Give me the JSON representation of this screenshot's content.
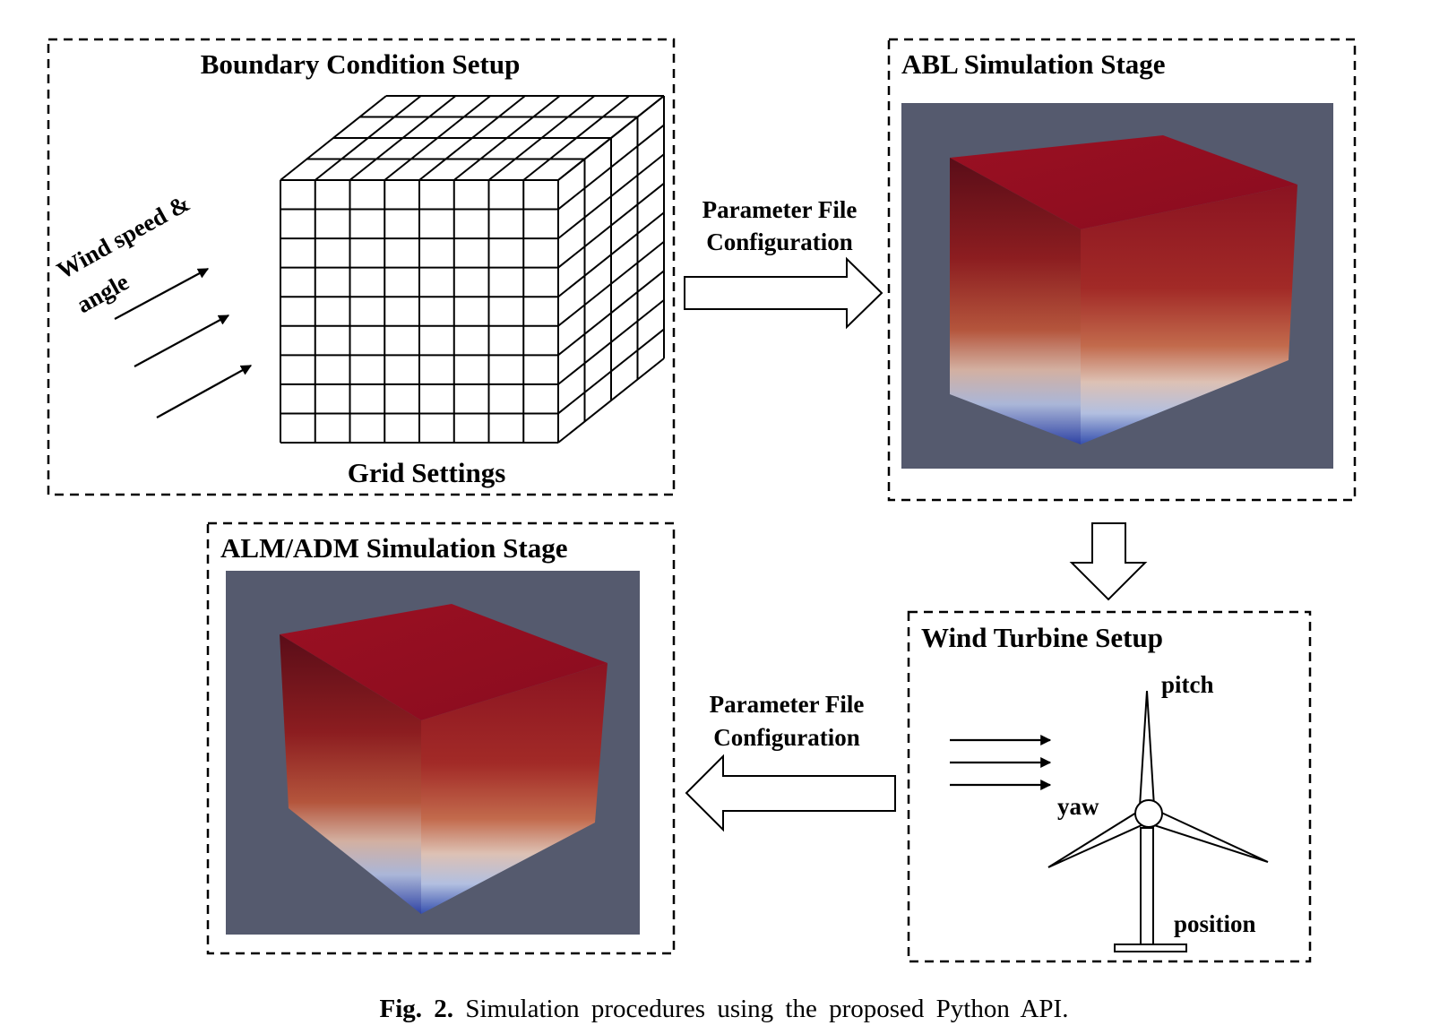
{
  "boundary": {
    "title": "Boundary Condition Setup",
    "wind_line1": "Wind speed &",
    "wind_line2": "angle",
    "grid_label": "Grid Settings"
  },
  "abl": {
    "title": "ABL Simulation Stage"
  },
  "alm": {
    "title": "ALM/ADM Simulation Stage"
  },
  "turbine": {
    "title": "Wind Turbine Setup",
    "pitch": "pitch",
    "yaw": "yaw",
    "position": "position"
  },
  "param_top": {
    "line1": "Parameter File",
    "line2": "Configuration"
  },
  "param_bottom": {
    "line1": "Parameter File",
    "line2": "Configuration"
  },
  "caption": {
    "label": "Fig. 2.",
    "text": "Simulation procedures using the proposed Python API."
  },
  "colors": {
    "sim_background": "#555a6e",
    "field_top": "#8c0e20",
    "field_bottom": "#3548a8"
  }
}
